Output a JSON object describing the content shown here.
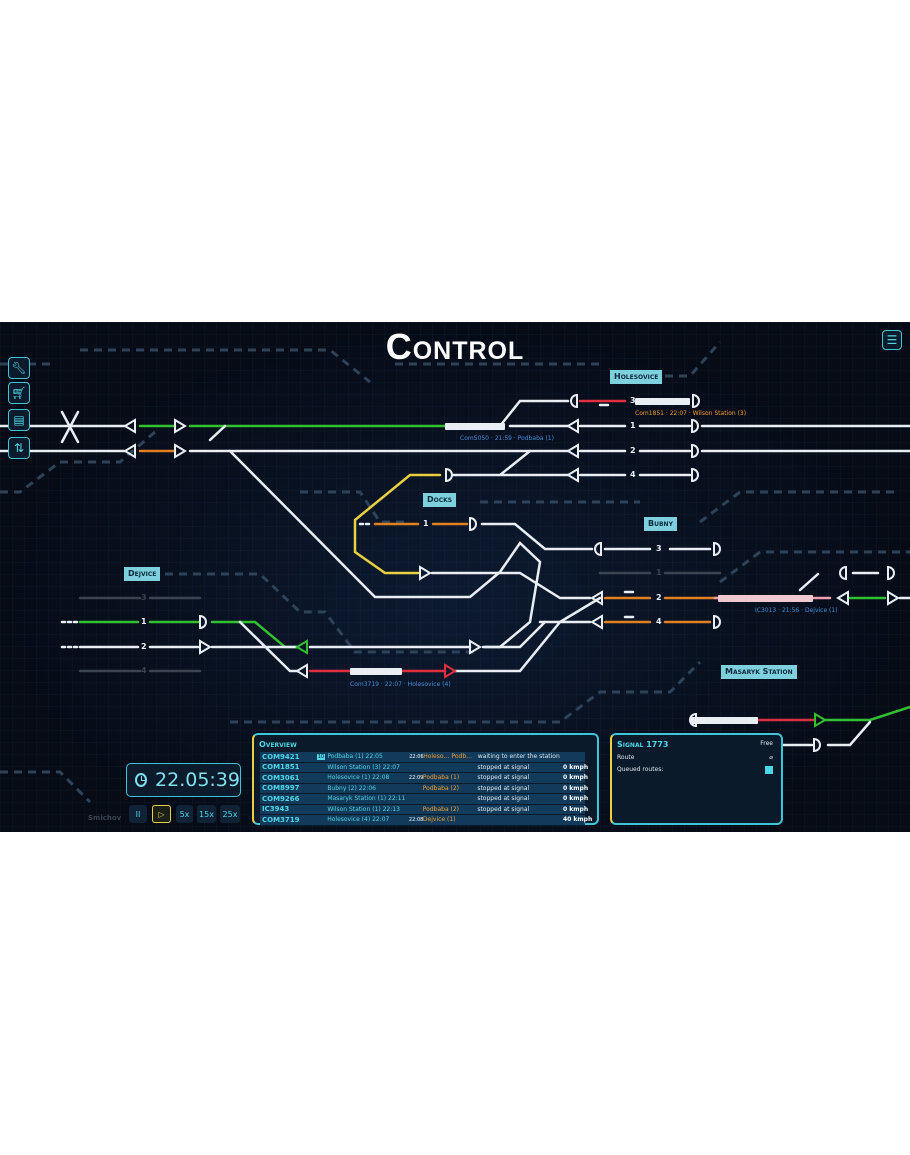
{
  "title": "Control",
  "sidebar": {
    "items": [
      {
        "icon": "wrench-icon",
        "label": "tools"
      },
      {
        "icon": "cart-icon",
        "label": "shop"
      },
      {
        "icon": "book-icon",
        "label": "log"
      },
      {
        "icon": "sort-icon",
        "label": "sort"
      }
    ]
  },
  "menu_icon": "☰",
  "stations": {
    "holesovice": "Holesovice",
    "docks": "Docks",
    "bubny": "Bubny",
    "dejvice": "Dejvice",
    "masaryk": "Masaryk Station",
    "smichov": "Smichov"
  },
  "track_numbers": {
    "h1": "1",
    "h2": "2",
    "h3": "3",
    "h4": "4",
    "docks1": "1",
    "b1": "1",
    "b2": "2",
    "b3": "3",
    "b4": "4",
    "d1": "1",
    "d2": "2",
    "d3": "3",
    "d4": "4"
  },
  "train_labels": {
    "com5050": "Com5050 · 21:59 · Podbaba (1)",
    "com1851": "Com1851 · 22:07 · Wilson Station (3)",
    "ic3013": "IC3013 · 21:56 · Dejvice (1)",
    "com3719": "Com3719 · 22:07 · Holesovice (4)"
  },
  "clock": {
    "time": "22.05:39"
  },
  "speed": {
    "pause": "II",
    "play": "▷",
    "x5": "5x",
    "x15": "15x",
    "x25": "25x"
  },
  "overview": {
    "title": "Overview",
    "rows": [
      {
        "id": "COM9421",
        "badge": "10",
        "dest": "Podbaba (1) 22:05",
        "t2": "22:06",
        "next": "Holeso…  Podb…",
        "status": "waiting to enter the station",
        "speed": ""
      },
      {
        "id": "COM1851",
        "badge": "",
        "dest": "Wilson Station (3) 22:07",
        "t2": "",
        "next": "",
        "status": "stopped at signal",
        "speed": "0 kmph"
      },
      {
        "id": "COM3061",
        "badge": "",
        "dest": "Holesovice (1) 22:08",
        "t2": "22:09",
        "next": "Podbaba (1)",
        "status": "stopped at signal",
        "speed": "0 kmph"
      },
      {
        "id": "COM8997",
        "badge": "",
        "dest": "Bubny (2) 22:06",
        "t2": "",
        "next": "Podbaba (2)",
        "status": "stopped at signal",
        "speed": "0 kmph"
      },
      {
        "id": "COM9266",
        "badge": "",
        "dest": "Masaryk Station (1) 22:11",
        "t2": "",
        "next": "",
        "status": "stopped at signal",
        "speed": "0 kmph"
      },
      {
        "id": "IC3943",
        "badge": "",
        "dest": "Wilson Station (1) 22:13",
        "t2": "",
        "next": "Podbaba (2)",
        "status": "stopped at signal",
        "speed": "0 kmph"
      },
      {
        "id": "COM3719",
        "badge": "",
        "dest": "Holesovice (4) 22:07",
        "t2": "22:08",
        "next": "Dejvice (1)",
        "status": "",
        "speed": "40 kmph"
      }
    ]
  },
  "signal": {
    "title": "Signal 1773",
    "state": "Free",
    "route_label": "Route",
    "route_value": "⌀",
    "queued_label": "Queued routes:"
  }
}
